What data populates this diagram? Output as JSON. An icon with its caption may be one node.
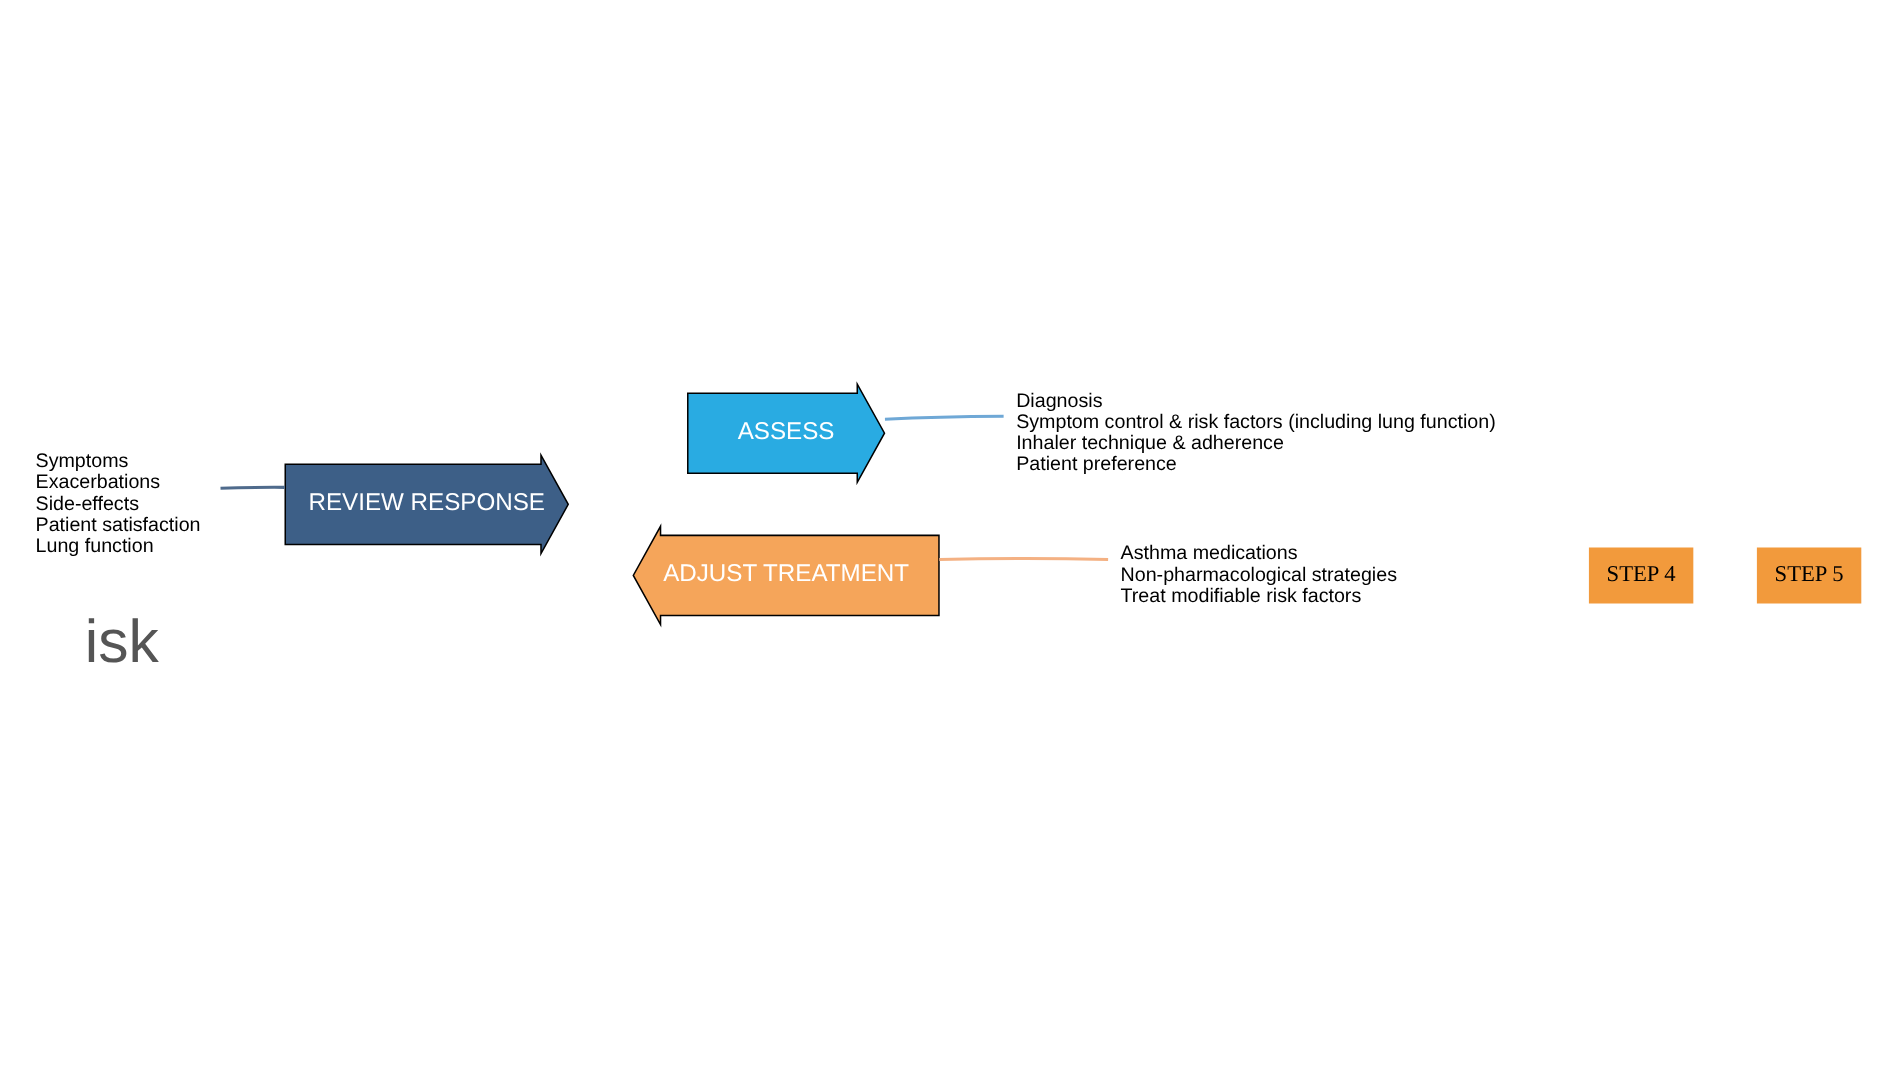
{
  "diagram": {
    "nodes": [
      {
        "text": [
          "REVIEW RESPONSE"
        ]
      },
      {
        "text": [
          "ASSESS"
        ]
      },
      {
        "text": [
          "ADJUST TREATMENT"
        ]
      },
      {
        "text": [
          "Diagnosis",
          "Symptom control & risk factors (including lung function)",
          "Inhaler technique & adherence",
          "Patient preference"
        ]
      },
      {
        "text": [
          "Asthma medications",
          "Non-pharmacological strategies",
          "Treat modifiable risk factors"
        ]
      },
      {
        "text": [
          "Symptoms",
          "Exacerbations",
          "Side-effects",
          "Patient satisfaction",
          "Lung function"
        ]
      },
      {
        "text": [
          "STEP 4"
        ]
      },
      {
        "text": [
          "STEP 5"
        ]
      }
    ],
    "edges": [
      {
        "from": 0,
        "to": 5,
        "arrow": "none",
        "color": "#4f6b8c"
      },
      {
        "from": 1,
        "to": 3,
        "arrow": "none",
        "color": "#6fa8d6"
      },
      {
        "from": 2,
        "to": 4,
        "arrow": "none",
        "color": "#f4b183"
      }
    ],
    "labels": [
      "isk"
    ]
  }
}
